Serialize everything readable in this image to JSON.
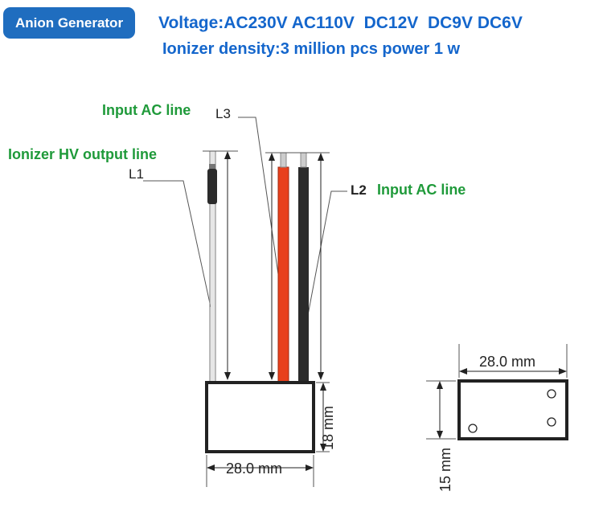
{
  "header": {
    "badge": "Anion Generator",
    "voltage": "Voltage:AC230V AC110V  DC12V  DC9V DC6V",
    "density": "Ionizer density:3 million pcs power 1 w"
  },
  "labels": {
    "input_ac_top": "Input AC line",
    "l3": "L3",
    "ionizer_hv": "Ionizer HV output line",
    "l1": "L1",
    "l2": "L2",
    "input_ac_right": "Input AC line"
  },
  "dimensions": {
    "front_width": "28.0 mm",
    "front_height": "18 mm",
    "top_width": "28.0 mm",
    "top_height": "15 mm"
  },
  "colors": {
    "badge_bg": "#1f6dbf",
    "spec_text": "#1466cc",
    "label_green": "#1f9a3a",
    "wire_red": "#e8401c",
    "wire_black": "#2b2b2b",
    "wire_gray": "#bfbfbf"
  }
}
